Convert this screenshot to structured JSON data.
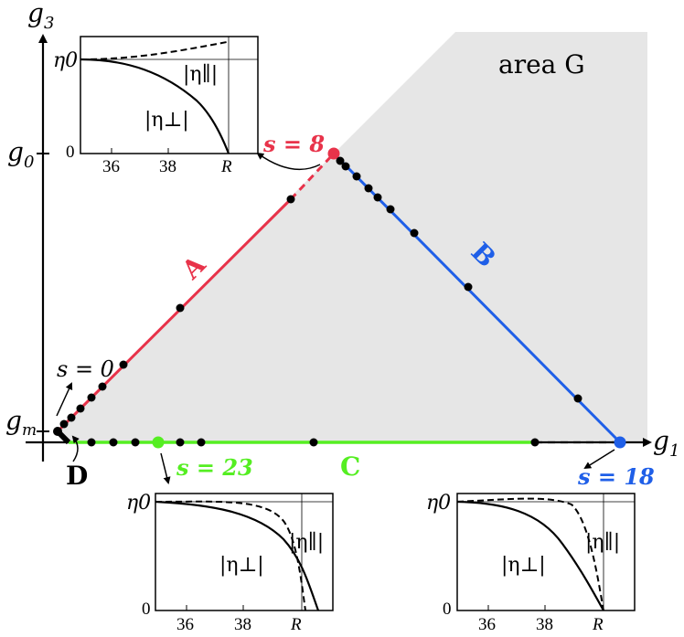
{
  "colors": {
    "line_A": "#e8334a",
    "line_B": "#1f5fe8",
    "line_C": "#55ee22",
    "area_fill": "#e6e6e6",
    "point": "#000000"
  },
  "axes": {
    "x_label": "g",
    "x_sub": "1",
    "y_label": "g",
    "y_sub": "3",
    "y_tick_g0": "g",
    "y_tick_g0_sub": "0",
    "y_tick_gm": "g",
    "y_tick_gm_sub": "m"
  },
  "area_label": "area G",
  "segments": {
    "A": "A",
    "B": "B",
    "C": "C",
    "D": "D"
  },
  "markers": {
    "s0": "s = 0",
    "s8": "s = 8",
    "s18": "s = 18",
    "s23": "s = 23"
  },
  "insets": {
    "tick_36": "36",
    "tick_38": "38",
    "tick_R": "R",
    "eta0": "η0",
    "zero": "0",
    "eta_perp": "|η⊥|",
    "eta_par": "|η∥|"
  }
}
